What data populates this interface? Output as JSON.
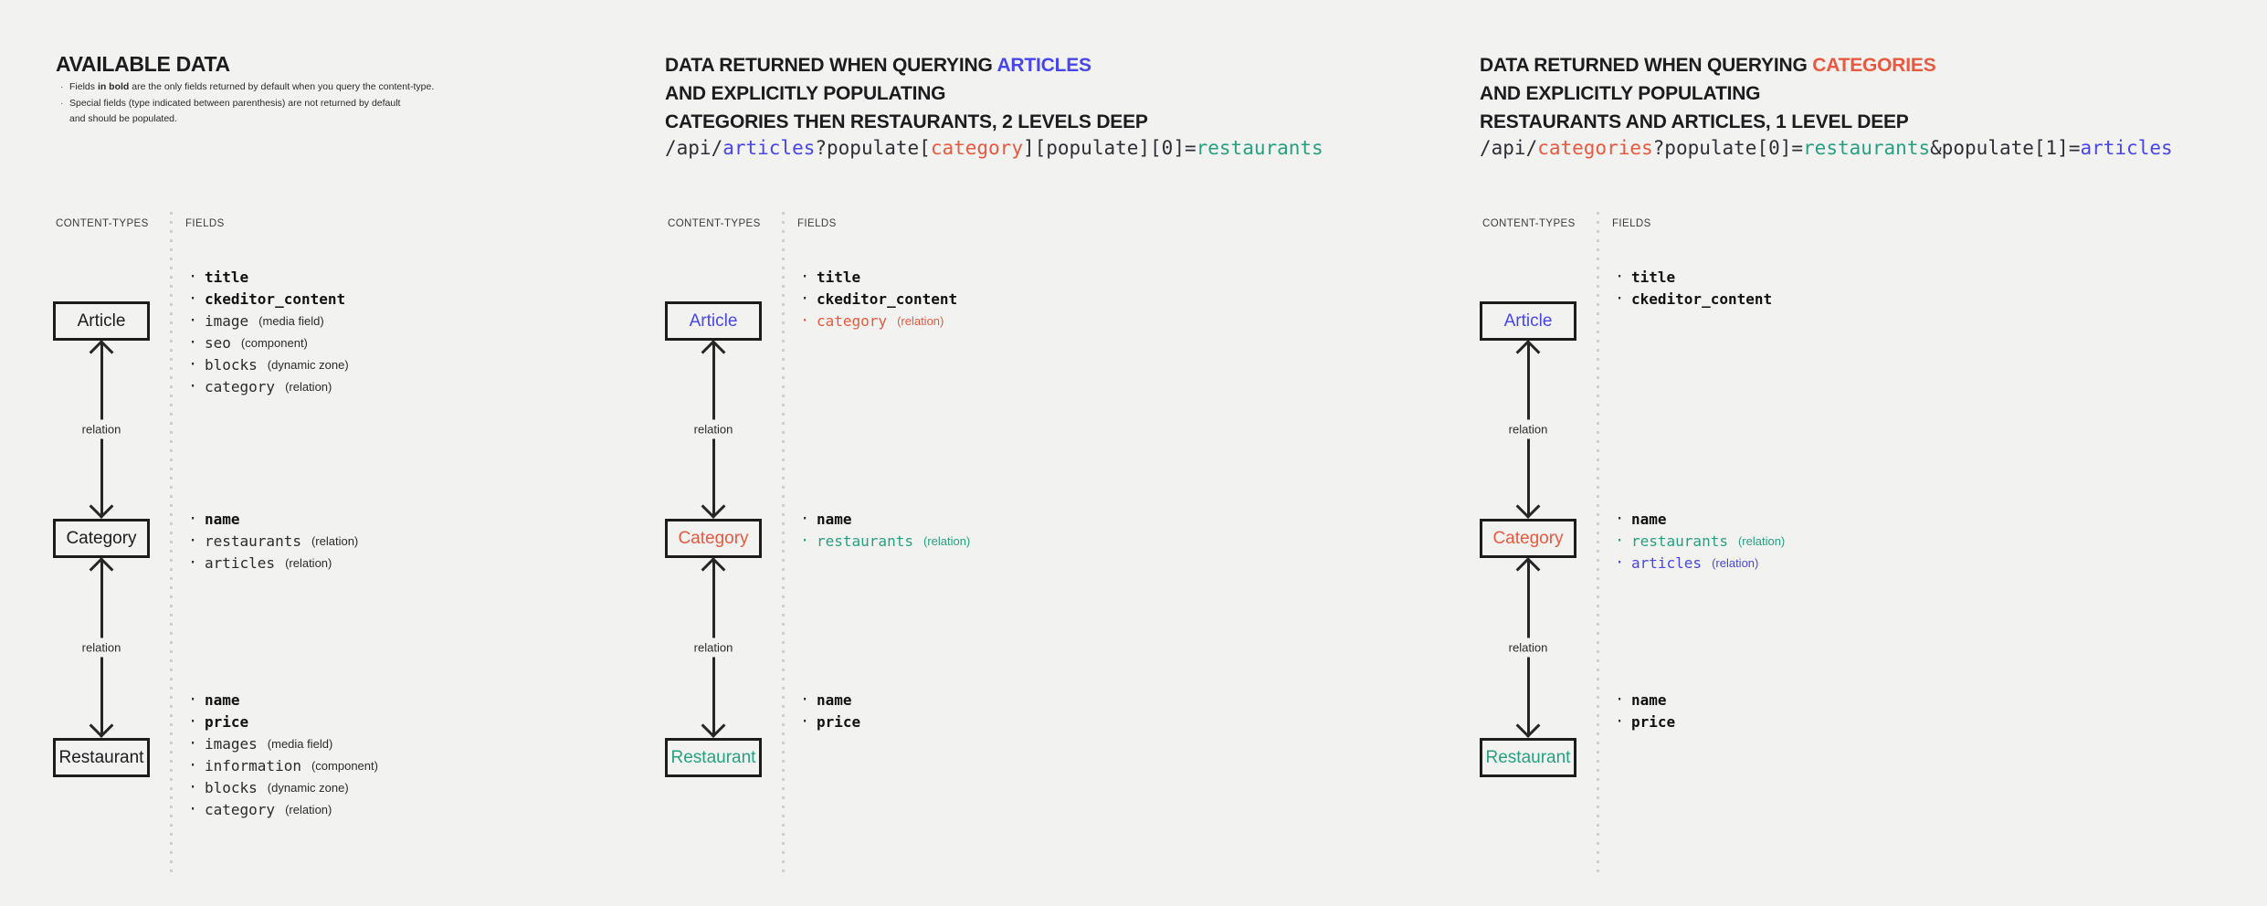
{
  "colors": {
    "background": "#f2f2f0",
    "ink": "#1c1c1e",
    "blue": "#4845ec",
    "red": "#e8593f",
    "green": "#27a082",
    "divider_dots": "#cfcfcd"
  },
  "panels": [
    {
      "title": "AVAILABLE DATA",
      "notes": [
        {
          "pre": "Fields ",
          "bold": "in bold",
          "post": " are the only fields returned by default when you query the content-type."
        },
        {
          "line1": "Special fields (type indicated between parenthesis) are not returned by default",
          "line2": "and should be populated."
        }
      ],
      "column_headers": {
        "content_types": "CONTENT-TYPES",
        "fields": "FIELDS"
      },
      "relations": [
        "relation",
        "relation"
      ],
      "content_types": [
        {
          "label": "Article",
          "fields": [
            {
              "name": "title",
              "default": true
            },
            {
              "name": "ckeditor_content",
              "default": true
            },
            {
              "name": "image",
              "type": "(media field)"
            },
            {
              "name": "seo",
              "type": "(component)"
            },
            {
              "name": "blocks",
              "type": "(dynamic zone)"
            },
            {
              "name": "category",
              "type": "(relation)"
            }
          ]
        },
        {
          "label": "Category",
          "fields": [
            {
              "name": "name",
              "default": true
            },
            {
              "name": "restaurants",
              "type": "(relation)"
            },
            {
              "name": "articles",
              "type": "(relation)"
            }
          ]
        },
        {
          "label": "Restaurant",
          "fields": [
            {
              "name": "name",
              "default": true
            },
            {
              "name": "price",
              "default": true
            },
            {
              "name": "images",
              "type": "(media field)"
            },
            {
              "name": "information",
              "type": "(component)"
            },
            {
              "name": "blocks",
              "type": "(dynamic zone)"
            },
            {
              "name": "category",
              "type": "(relation)"
            }
          ]
        }
      ]
    },
    {
      "title_lines": [
        {
          "plain": "DATA RETURNED WHEN QUERYING ",
          "highlight": "ARTICLES"
        },
        {
          "plain": "AND EXPLICITLY POPULATING"
        },
        {
          "plain": "CATEGORIES THEN RESTAURANTS, 2 LEVELS DEEP"
        }
      ],
      "url": [
        {
          "text": "/api/"
        },
        {
          "text": "articles"
        },
        {
          "text": "?populate["
        },
        {
          "text": "category"
        },
        {
          "text": "][populate][0]="
        },
        {
          "text": "restaurants"
        }
      ],
      "column_headers": {
        "content_types": "CONTENT-TYPES",
        "fields": "FIELDS"
      },
      "relations": [
        "relation",
        "relation"
      ],
      "content_types": [
        {
          "label": "Article",
          "fields": [
            {
              "name": "title",
              "default": true
            },
            {
              "name": "ckeditor_content",
              "default": true
            },
            {
              "name": "category",
              "type": "(relation)"
            }
          ]
        },
        {
          "label": "Category",
          "fields": [
            {
              "name": "name",
              "default": true
            },
            {
              "name": "restaurants",
              "type": "(relation)"
            }
          ]
        },
        {
          "label": "Restaurant",
          "fields": [
            {
              "name": "name",
              "default": true
            },
            {
              "name": "price",
              "default": true
            }
          ]
        }
      ]
    },
    {
      "title_lines": [
        {
          "plain": "DATA RETURNED WHEN QUERYING ",
          "highlight": "CATEGORIES"
        },
        {
          "plain": "AND EXPLICITLY POPULATING"
        },
        {
          "plain": "RESTAURANTS AND ARTICLES, 1 LEVEL DEEP"
        }
      ],
      "url": [
        {
          "text": "/api/"
        },
        {
          "text": "categories"
        },
        {
          "text": "?populate[0]="
        },
        {
          "text": "restaurants"
        },
        {
          "text": "&populate[1]="
        },
        {
          "text": "articles"
        }
      ],
      "column_headers": {
        "content_types": "CONTENT-TYPES",
        "fields": "FIELDS"
      },
      "relations": [
        "relation",
        "relation"
      ],
      "content_types": [
        {
          "label": "Article",
          "fields": [
            {
              "name": "title",
              "default": true
            },
            {
              "name": "ckeditor_content",
              "default": true
            }
          ]
        },
        {
          "label": "Category",
          "fields": [
            {
              "name": "name",
              "default": true
            },
            {
              "name": "restaurants",
              "type": "(relation)"
            },
            {
              "name": "articles",
              "type": "(relation)"
            }
          ]
        },
        {
          "label": "Restaurant",
          "fields": [
            {
              "name": "name",
              "default": true
            },
            {
              "name": "price",
              "default": true
            }
          ]
        }
      ]
    }
  ]
}
